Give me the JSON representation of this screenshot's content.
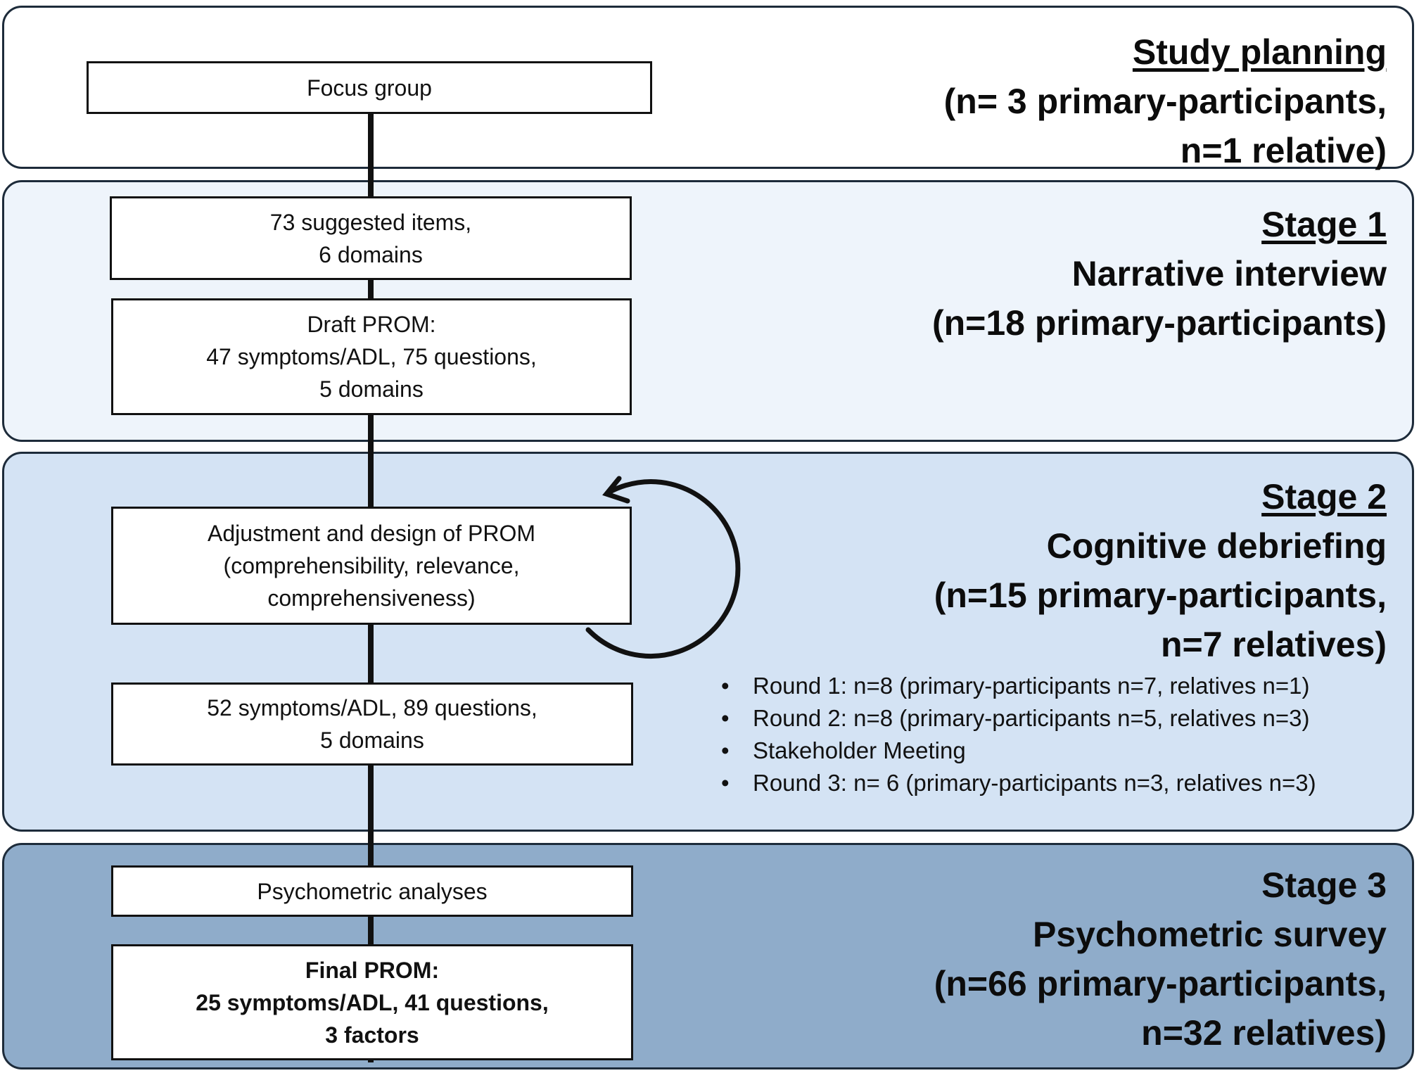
{
  "stages": [
    {
      "title": "Study planning",
      "lines": [
        "(n= 3 primary-participants,",
        "n=1 relative)"
      ]
    },
    {
      "title": "Stage 1",
      "lines": [
        "Narrative interview",
        "(n=18 primary-participants)"
      ]
    },
    {
      "title": "Stage 2",
      "lines": [
        "Cognitive debriefing",
        "(n=15 primary-participants,",
        "n=7 relatives)"
      ]
    },
    {
      "title": "Stage 3",
      "lines": [
        "Psychometric survey",
        "(n=66 primary-participants,",
        "n=32 relatives)"
      ]
    }
  ],
  "boxes": {
    "focus_group": [
      "Focus group"
    ],
    "suggested_items": [
      "73 suggested items,",
      "6 domains"
    ],
    "draft_prom": [
      "Draft PROM:",
      "47 symptoms/ADL, 75 questions,",
      "5 domains"
    ],
    "adjustment": [
      "Adjustment and design of PROM",
      "(comprehensibility, relevance,",
      "comprehensiveness)"
    ],
    "revised": [
      "52 symptoms/ADL, 89 questions,",
      "5 domains"
    ],
    "psychometric": [
      "Psychometric analyses"
    ],
    "final_prom": [
      "Final PROM:",
      "25 symptoms/ADL, 41 questions,",
      "3 factors"
    ]
  },
  "rounds": [
    "Round 1: n=8 (primary-participants n=7, relatives n=1)",
    "Round 2: n=8 (primary-participants n=5, relatives n=3)",
    "Stakeholder Meeting",
    "Round 3: n= 6 (primary-participants n=3, relatives n=3)"
  ]
}
